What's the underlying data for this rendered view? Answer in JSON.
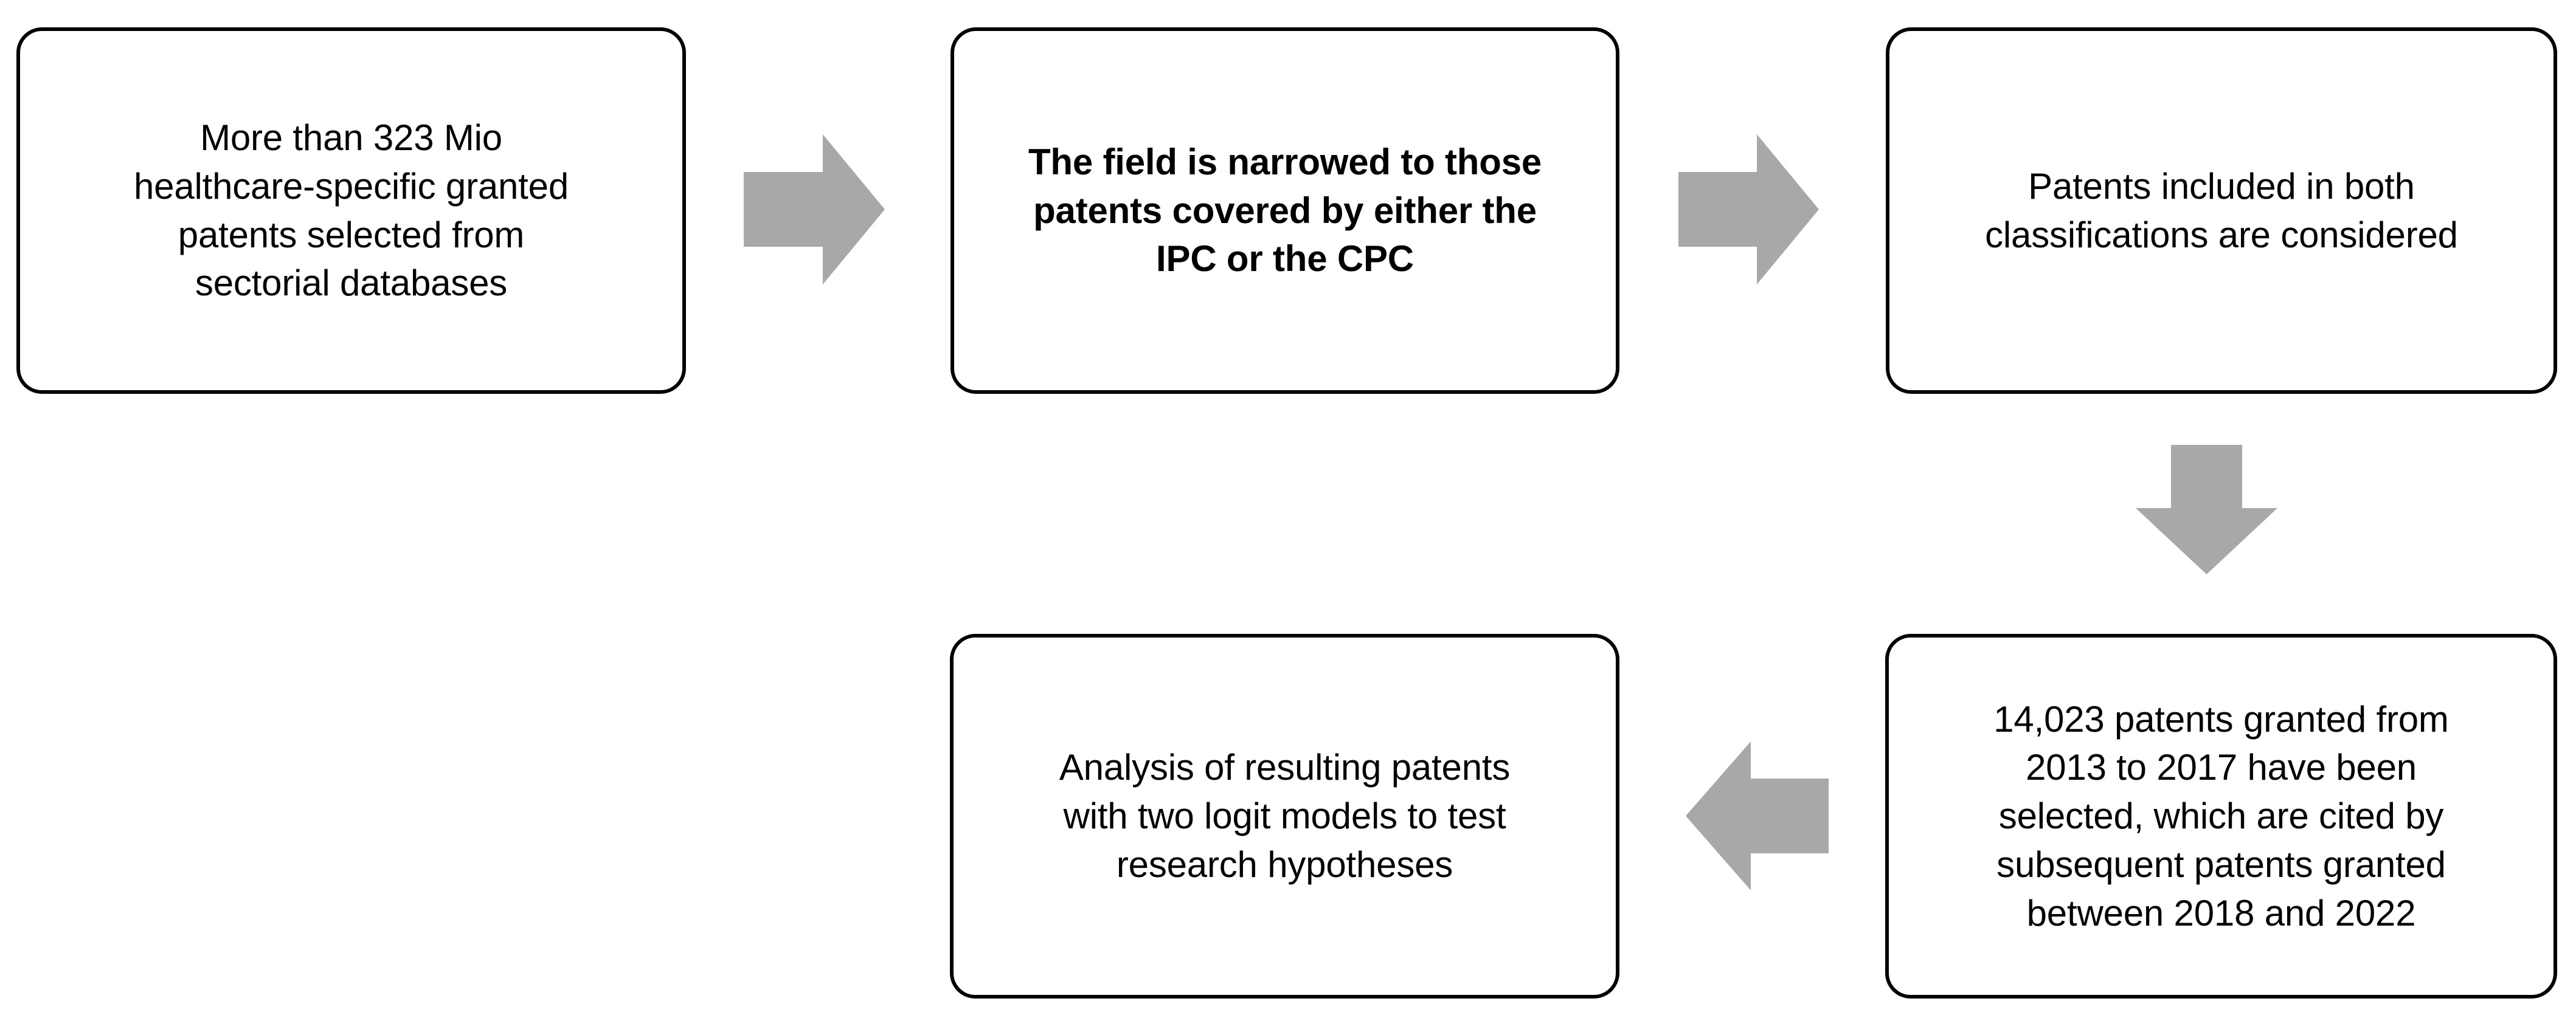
{
  "diagram": {
    "title": "Patent selection and analysis flowchart",
    "background_color": "#ffffff",
    "node_border_color": "#000000",
    "node_fill_color": "#ffffff",
    "arrow_color": "#a8a8a8",
    "text_color": "#000000"
  },
  "nodes": [
    {
      "id": "step-1",
      "name": "source-selection-box",
      "text": "More than 323 Mio\nhealthcare-specific granted\npatents selected from\nsectorial databases",
      "bold": false
    },
    {
      "id": "step-2",
      "name": "classification-filter-box",
      "text": "The field is narrowed to those\npatents covered by either the\nIPC or the CPC",
      "bold": true
    },
    {
      "id": "step-3",
      "name": "both-classifications-box",
      "text": "Patents included in both\nclassifications are considered",
      "bold": false
    },
    {
      "id": "step-4",
      "name": "selected-patents-box",
      "text": "14,023 patents granted from\n2013 to 2017 have been\nselected, which are cited  by\nsubsequent patents granted\nbetween 2018 and 2022",
      "bold": false
    },
    {
      "id": "step-5",
      "name": "analysis-box",
      "text": "Analysis of resulting patents\nwith two logit models to test\nresearch hypotheses",
      "bold": false
    }
  ],
  "connectors": [
    {
      "id": "arrow-1",
      "name": "arrow-right-step1-to-step2",
      "direction": "right"
    },
    {
      "id": "arrow-2",
      "name": "arrow-right-step2-to-step3",
      "direction": "right"
    },
    {
      "id": "arrow-3",
      "name": "arrow-down-step3-to-step4",
      "direction": "down"
    },
    {
      "id": "arrow-4",
      "name": "arrow-left-step4-to-step5",
      "direction": "left"
    }
  ]
}
